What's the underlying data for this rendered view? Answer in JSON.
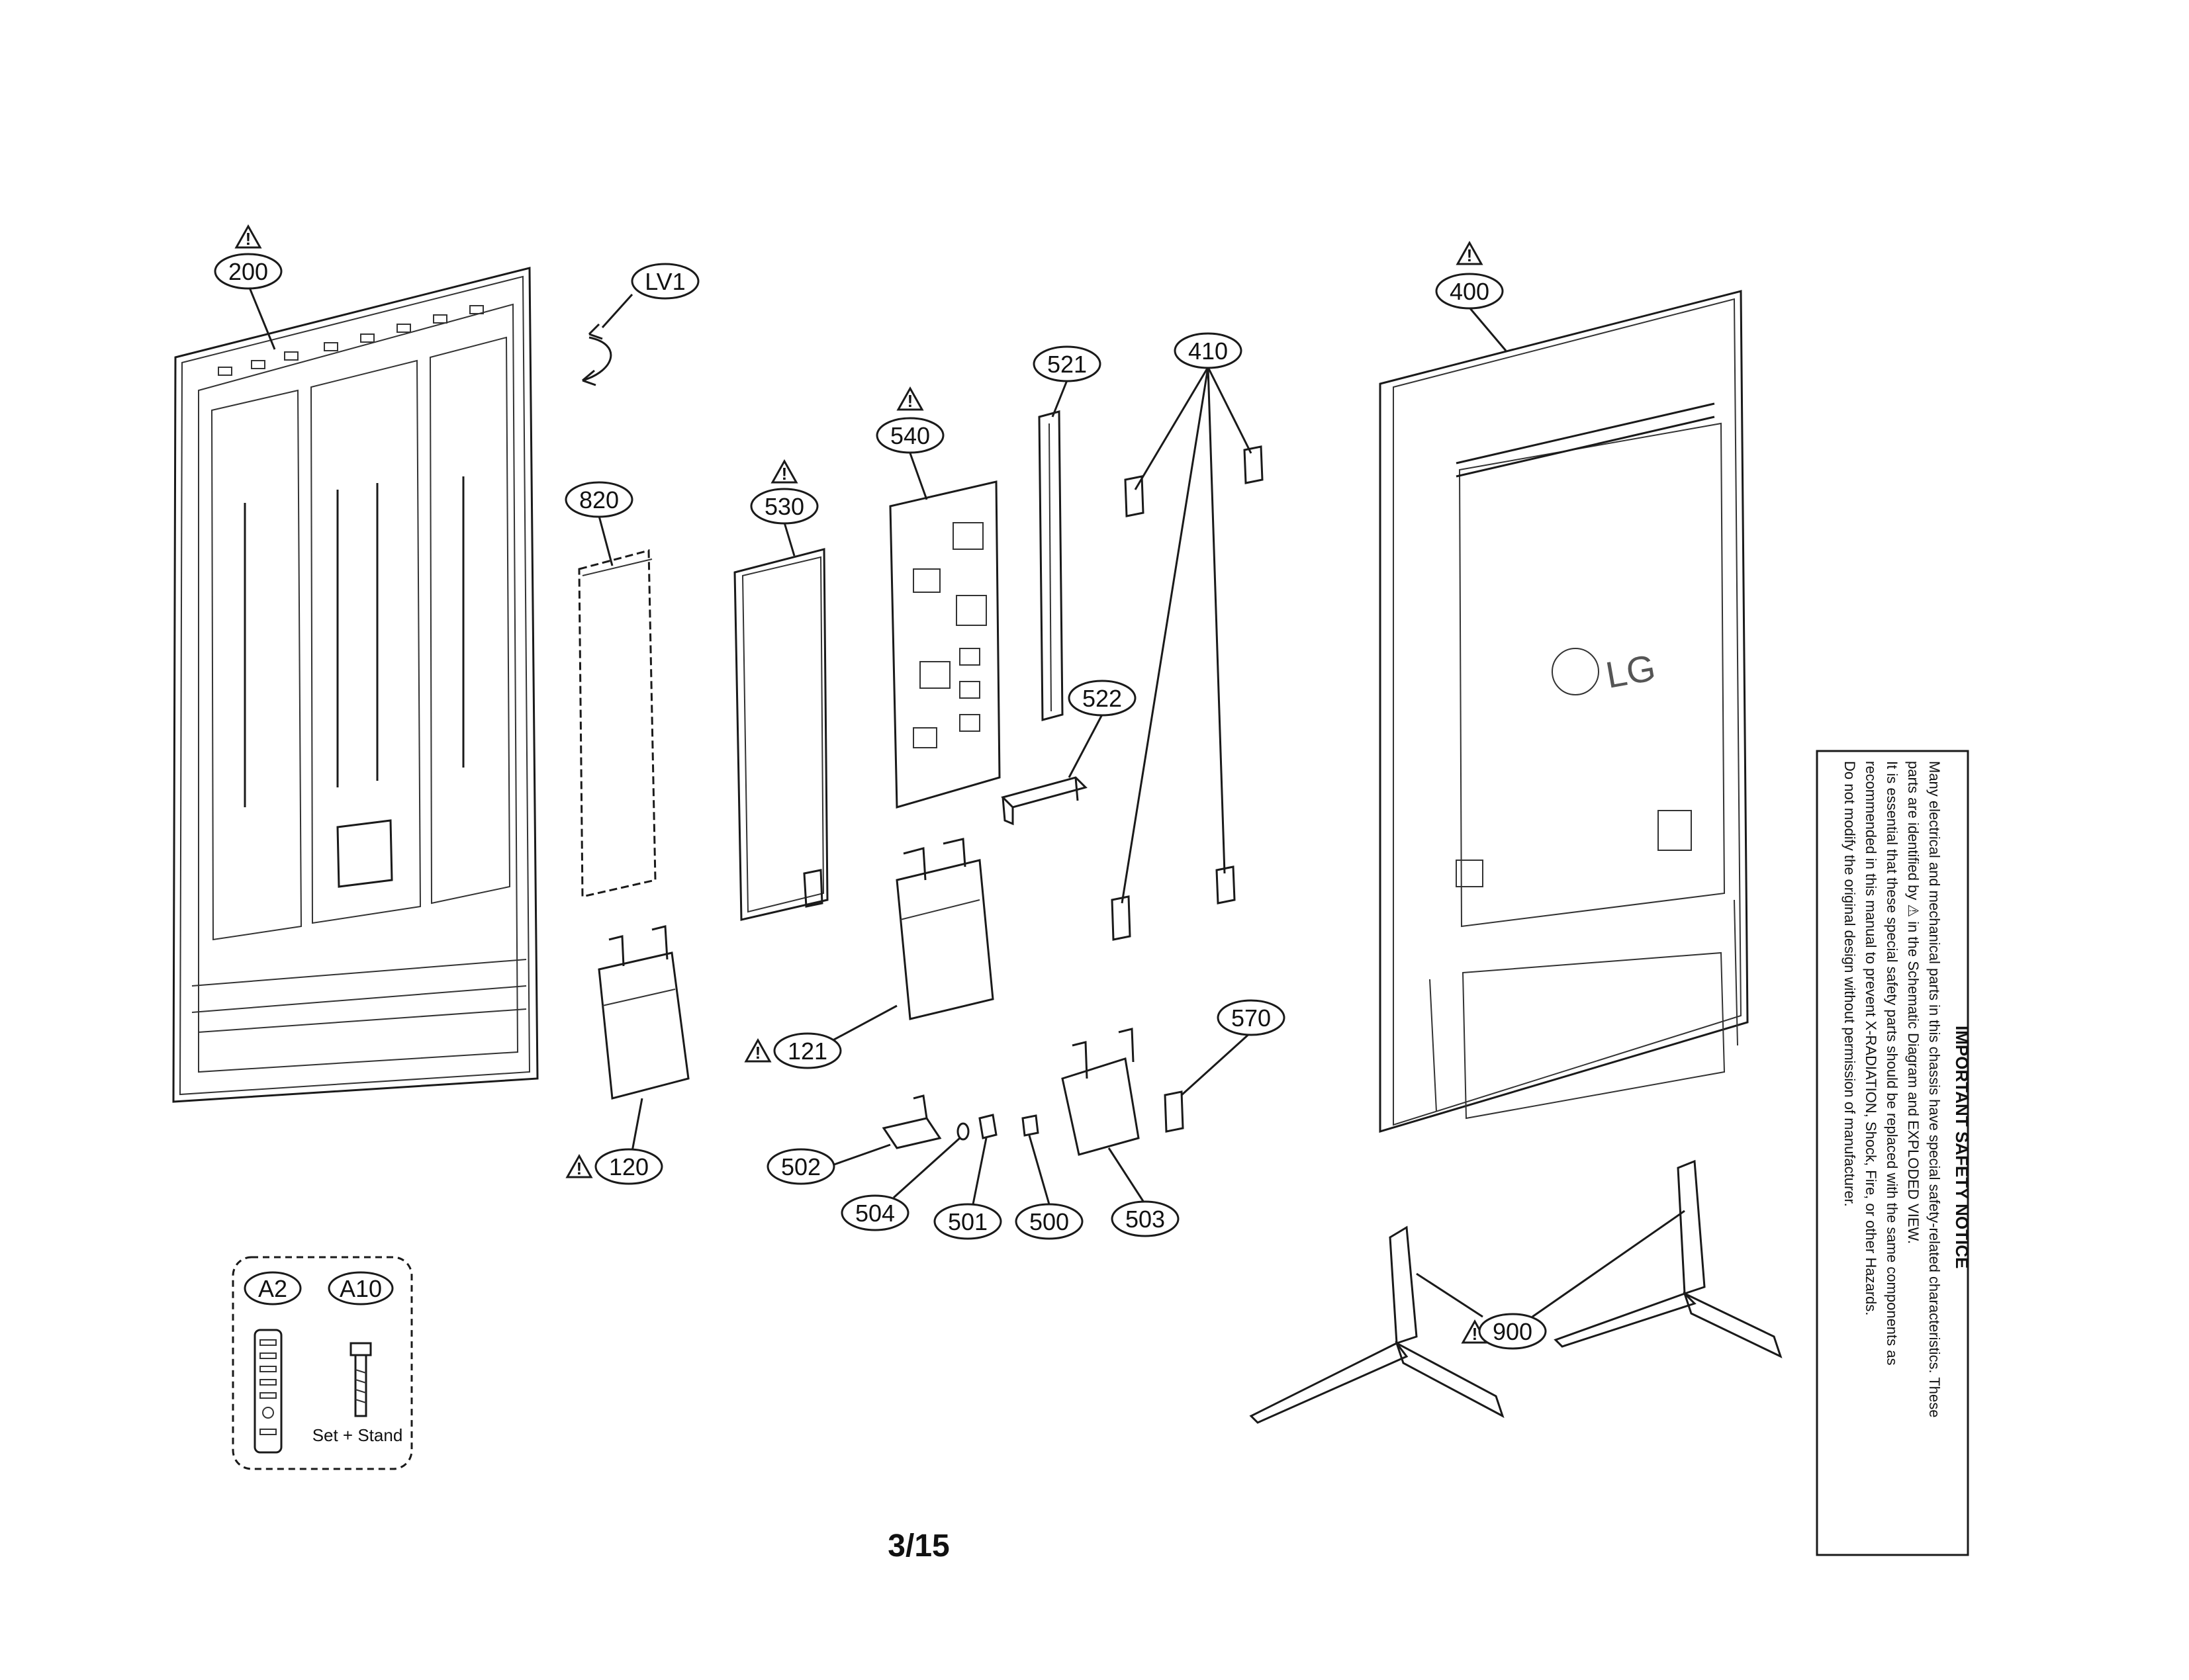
{
  "callouts": {
    "c200": "200",
    "cLV1": "LV1",
    "c820": "820",
    "c530": "530",
    "c540": "540",
    "c521": "521",
    "c410": "410",
    "c522": "522",
    "c121": "121",
    "c120": "120",
    "c570": "570",
    "c502": "502",
    "c504": "504",
    "c501": "501",
    "c500": "500",
    "c503": "503",
    "c400": "400",
    "c900": "900",
    "cA2": "A2",
    "cA10": "A10"
  },
  "accessory_caption": "Set + Stand",
  "logo_text": "LG",
  "page_number": "3/15",
  "safety_notice": {
    "title": "IMPORTANT SAFETY NOTICE",
    "lines": [
      "Many electrical and mechanical parts in this chassis have special safety-related characteristics. These",
      "parts are identified by ⚠ in the Schematic Diagram and EXPLODED VIEW.",
      "It is essential that these special safety parts should be replaced with the same components as",
      "recommended in this manual to prevent X-RADIATION, Shock, Fire, or other Hazards.",
      "Do not modify the original design without permission of manufacturer."
    ]
  },
  "warning_symbol": "!",
  "colors": {
    "line": "#1a1a1a",
    "background": "#ffffff"
  }
}
